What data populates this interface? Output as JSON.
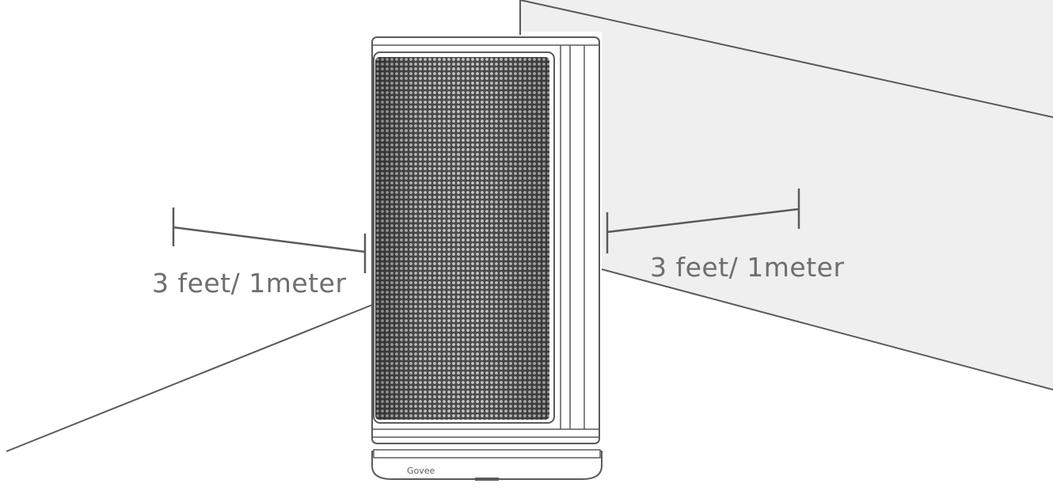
{
  "clearance": {
    "left_label": "3 feet/ 1meter",
    "right_label": "3 feet/ 1meter"
  },
  "heater": {
    "brand_logo": "Govee"
  },
  "colors": {
    "line": "#5a5a5a",
    "wall_fill": "#efefef",
    "text": "#6e6e6e",
    "grille": "#555555"
  }
}
